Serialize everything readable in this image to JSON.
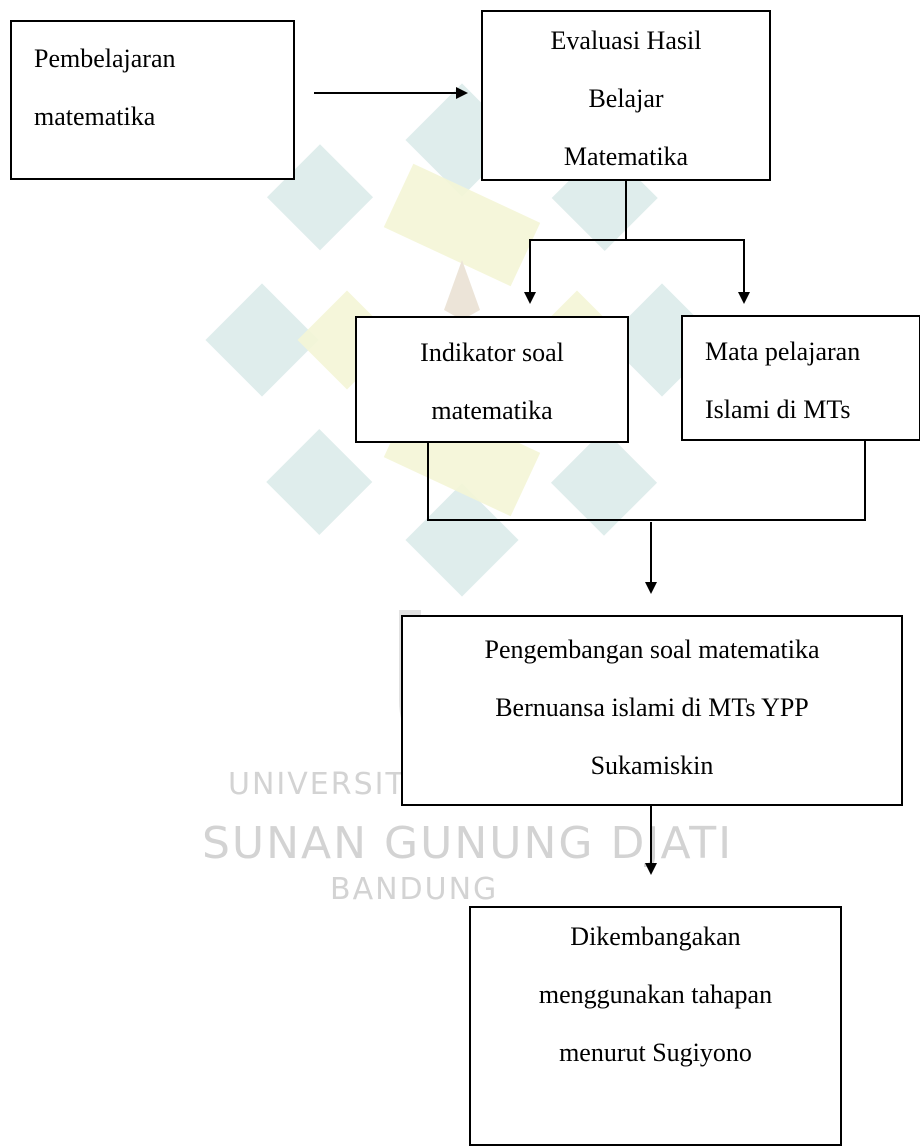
{
  "nodes": {
    "pembelajaran": {
      "lines": [
        "Pembelajaran",
        "matematika"
      ]
    },
    "evaluasi": {
      "lines": [
        "Evaluasi Hasil",
        "Belajar",
        "Matematika"
      ]
    },
    "indikator": {
      "lines": [
        "Indikator soal",
        "matematika"
      ]
    },
    "mata_pelajaran": {
      "lines": [
        "Mata pelajaran",
        "Islami di MTs"
      ]
    },
    "pengembangan": {
      "lines": [
        "Pengembangan soal matematika",
        "Bernuansa islami di MTs YPP",
        "Sukamiskin"
      ]
    },
    "dikembangkan": {
      "lines": [
        "Dikembangakan",
        "menggunakan tahapan",
        "menurut Sugiyono"
      ]
    }
  },
  "watermark": {
    "line1": "UNIVERSIT",
    "line2": "SUNAN GUNUNG DJATI",
    "line3": "BANDUNG"
  }
}
